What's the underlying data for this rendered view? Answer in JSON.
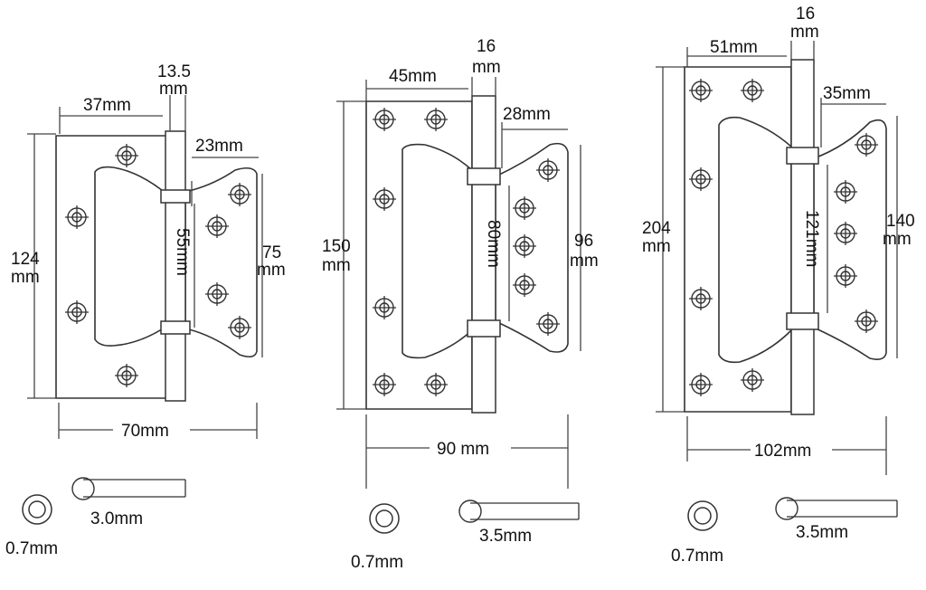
{
  "hinges": [
    {
      "top_width": "37mm",
      "pin_diameter": [
        "13.5",
        "mm"
      ],
      "leaf_width": "23mm",
      "height": [
        "124",
        "mm"
      ],
      "cutout_height": "55mm",
      "leaf_height": [
        "75",
        "mm"
      ],
      "total_width": "70mm",
      "ring_thickness": "0.7mm",
      "plate_thickness": "3.0mm"
    },
    {
      "top_width": "45mm",
      "pin_diameter": [
        "16",
        "mm"
      ],
      "leaf_width": "28mm",
      "height": [
        "150",
        "mm"
      ],
      "cutout_height": "80mm",
      "leaf_height": [
        "96",
        "mm"
      ],
      "total_width": "90 mm",
      "ring_thickness": "0.7mm",
      "plate_thickness": "3.5mm"
    },
    {
      "top_width": "51mm",
      "pin_diameter": [
        "16",
        "mm"
      ],
      "leaf_width": "35mm",
      "height": [
        "204",
        "mm"
      ],
      "cutout_height": "121mm",
      "leaf_height": [
        "140",
        "mm"
      ],
      "total_width": "102mm",
      "ring_thickness": "0.7mm",
      "plate_thickness": "3.5mm"
    }
  ]
}
